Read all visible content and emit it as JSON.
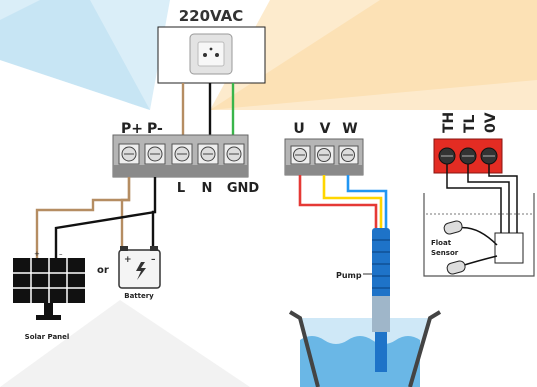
{
  "power": {
    "label": "220VAC"
  },
  "solar_terminals": {
    "labels_top": [
      "P+",
      "P-"
    ],
    "labels_bottom": [
      "L",
      "N",
      "GND"
    ]
  },
  "motor_terminals": {
    "labels": [
      "U",
      "V",
      "W"
    ]
  },
  "sensor_terminals": {
    "labels": [
      "TH",
      "TL",
      "0V"
    ]
  },
  "components": {
    "or_text": "or",
    "battery": "Battery",
    "solar_panel": "Solar Panel",
    "pump": "Pump",
    "float_sensor_line1": "Float",
    "float_sensor_line2": "Sensor"
  },
  "colors": {
    "wire_brown": "#b58d62",
    "wire_black": "#111111",
    "wire_green": "#3ab54a",
    "wire_red": "#e53935",
    "wire_yellow": "#ffd600",
    "wire_blue": "#2196f3",
    "terminal_gray": "#8a8a8a",
    "terminal_red": "#e32c23",
    "water_blue": "#6ab7e6"
  }
}
